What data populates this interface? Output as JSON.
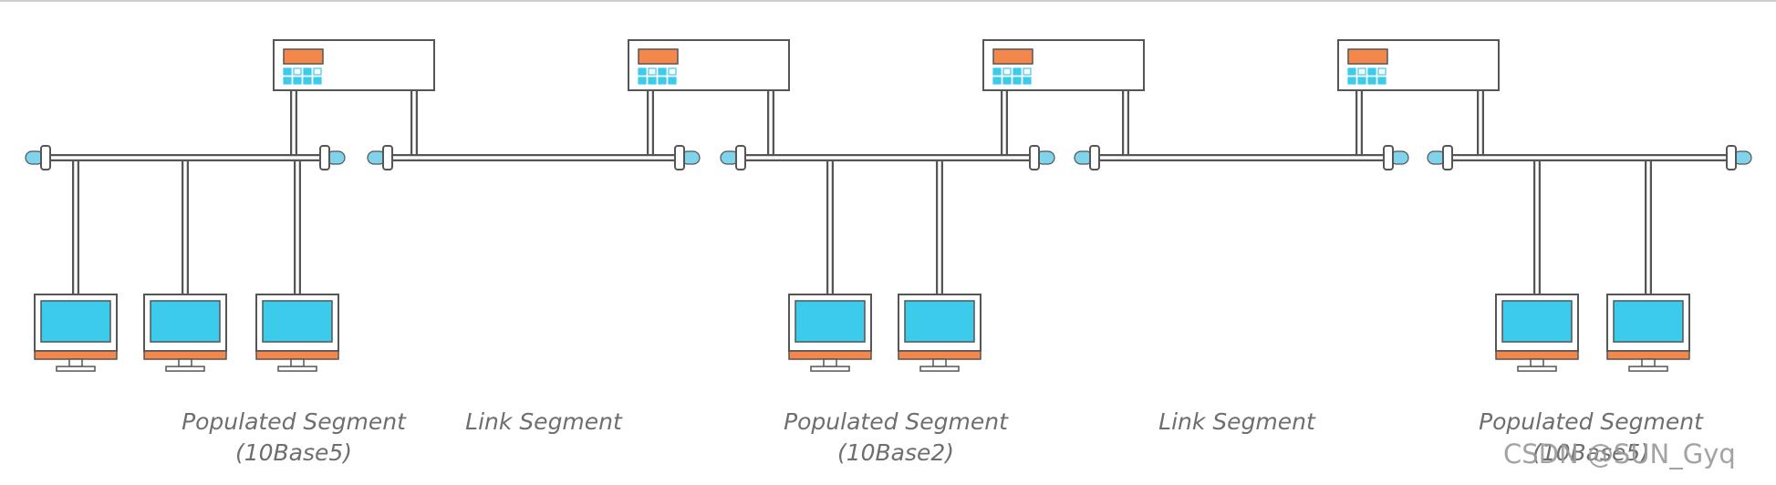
{
  "colors": {
    "line": "#555555",
    "screen": "#3ccbea",
    "accent": "#f4874b",
    "terminator": "#7fd3ea",
    "label": "#6e6e6e"
  },
  "segments": [
    {
      "title": "Populated Segment",
      "subtitle": "(10Base5)"
    },
    {
      "title": "Link Segment",
      "subtitle": ""
    },
    {
      "title": "Populated Segment",
      "subtitle": "(10Base2)"
    },
    {
      "title": "Link Segment",
      "subtitle": ""
    },
    {
      "title": "Populated Segment",
      "subtitle": "(10Base5)"
    }
  ],
  "watermark": "CSDN @SUN_Gyq",
  "icons": {
    "repeater": "repeater-icon",
    "computer": "computer-icon",
    "terminator": "terminator-icon"
  }
}
